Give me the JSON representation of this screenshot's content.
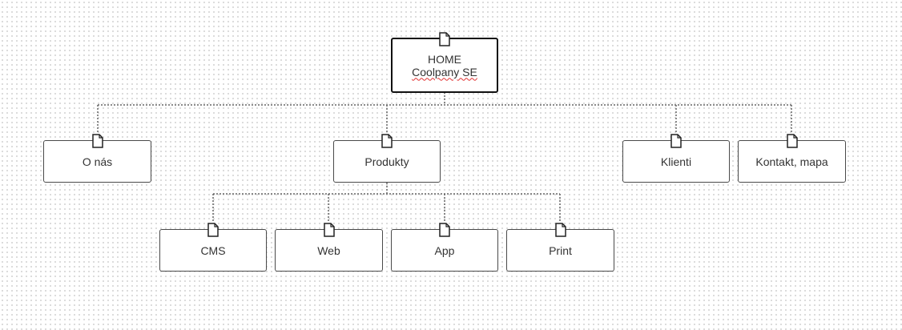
{
  "diagram": {
    "root": {
      "title": "HOME",
      "subtitle": "Coolpany SE",
      "icon": "document-icon"
    },
    "level1": [
      {
        "id": "o-nas",
        "label": "O nás",
        "icon": "document-icon"
      },
      {
        "id": "produkty",
        "label": "Produkty",
        "icon": "document-icon"
      },
      {
        "id": "klienti",
        "label": "Klienti",
        "icon": "document-icon"
      },
      {
        "id": "kontakt",
        "label": "Kontakt, mapa",
        "icon": "document-icon"
      }
    ],
    "produkty_children": [
      {
        "id": "cms",
        "label": "CMS",
        "icon": "document-icon"
      },
      {
        "id": "web",
        "label": "Web",
        "icon": "document-icon"
      },
      {
        "id": "app",
        "label": "App",
        "icon": "document-icon"
      },
      {
        "id": "print",
        "label": "Print",
        "icon": "document-icon"
      }
    ],
    "colors": {
      "node_border": "#4a4a4a",
      "root_border": "#111111",
      "connector": "#666666",
      "spellcheck_underline": "#e03030",
      "grid_dot": "#d9d9d9"
    }
  }
}
